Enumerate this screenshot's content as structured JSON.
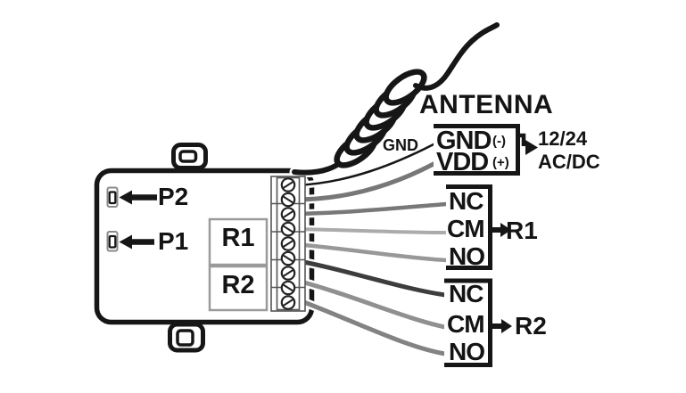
{
  "colors": {
    "ink": "#161616",
    "light_border": "#9a9a9a",
    "wire_gray": "#8a8a8a"
  },
  "device": {
    "button_p2": "P2",
    "button_p1": "P1",
    "relay1_chip": "R1",
    "relay2_chip": "R2"
  },
  "antenna": {
    "label": "ANTENNA"
  },
  "wiring": {
    "gnd_wire_label": "GND",
    "power_box": {
      "gnd": "GND",
      "gnd_polarity": "(-)",
      "vdd": "VDD",
      "vdd_polarity": "(+)"
    },
    "power_supply": {
      "voltage": "12/24",
      "type": "AC/DC"
    },
    "relay1": {
      "nc": "NC",
      "cm": "CM",
      "no": "NO",
      "label": "R1"
    },
    "relay2": {
      "nc": "NC",
      "cm": "CM",
      "no": "NO",
      "label": "R2"
    }
  }
}
